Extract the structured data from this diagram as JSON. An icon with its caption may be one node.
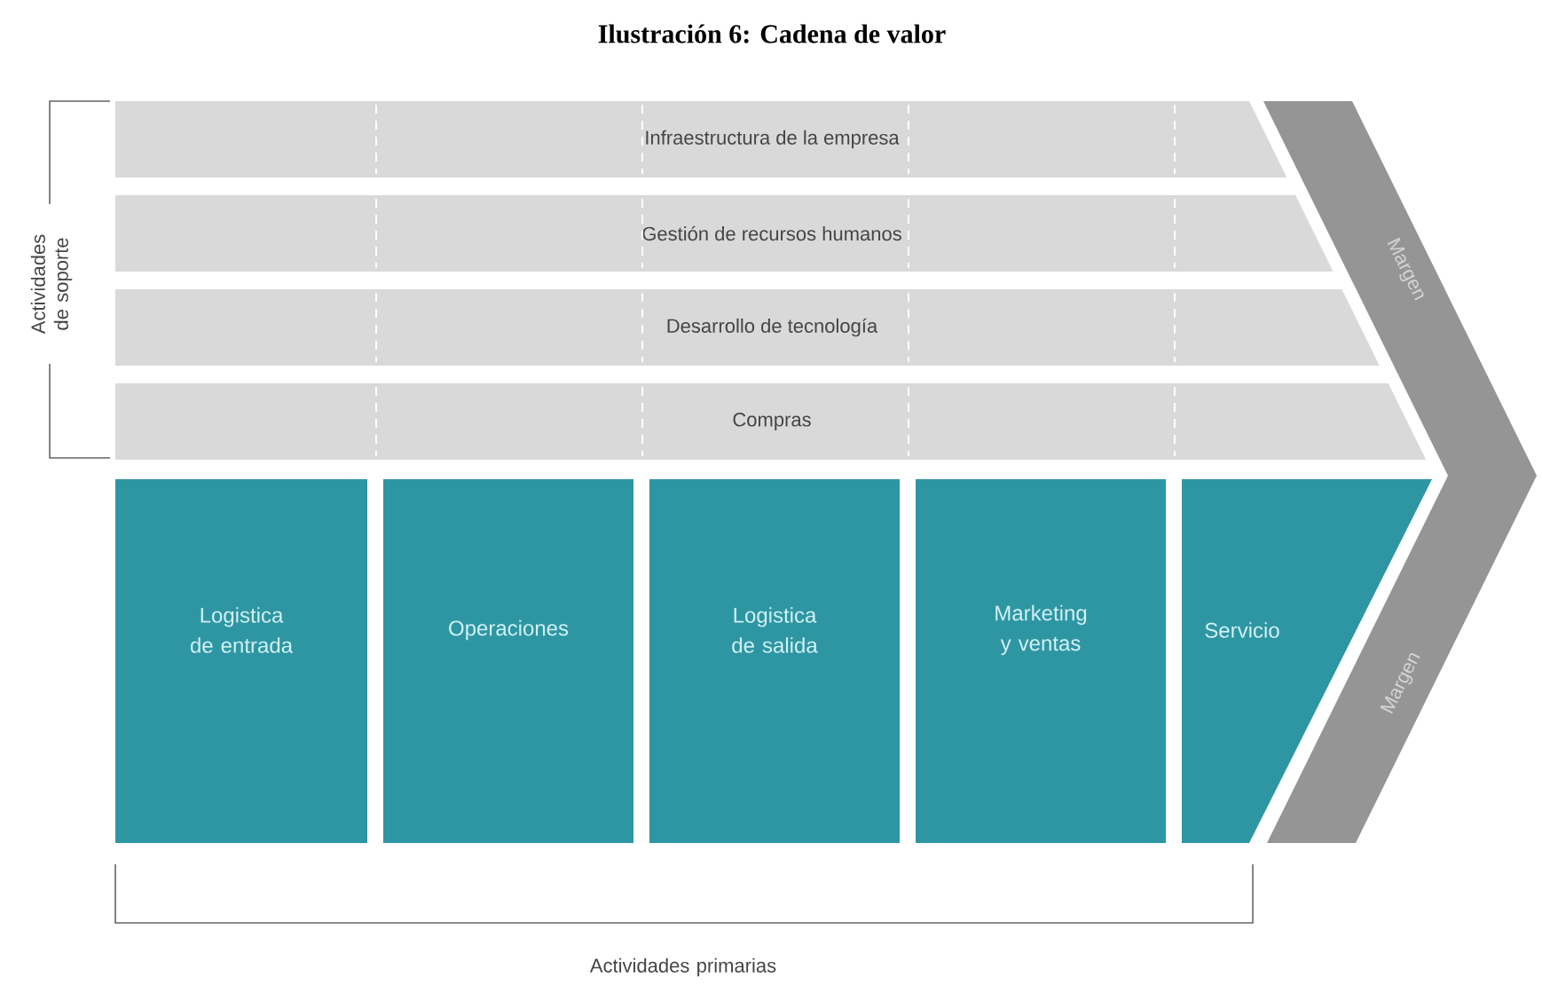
{
  "diagram": {
    "title": "Ilustración 6: Cadena de valor",
    "nodes": [
      {
        "text": [
          "Infraestructura de la empresa"
        ]
      },
      {
        "text": [
          "Gestión de recursos humanos"
        ]
      },
      {
        "text": [
          "Desarrollo de tecnología"
        ]
      },
      {
        "text": [
          "Compras"
        ]
      },
      {
        "text": [
          "Logistica de entrada"
        ]
      },
      {
        "text": [
          "Operaciones"
        ]
      },
      {
        "text": [
          "Logistica de salida"
        ]
      },
      {
        "text": [
          "Marketing y ventas"
        ]
      },
      {
        "text": [
          "Servicio"
        ]
      },
      {
        "text": [
          "Margen",
          "Margen"
        ]
      }
    ],
    "labels": [
      "Actividades de soporte",
      "Actividades primarias"
    ]
  }
}
